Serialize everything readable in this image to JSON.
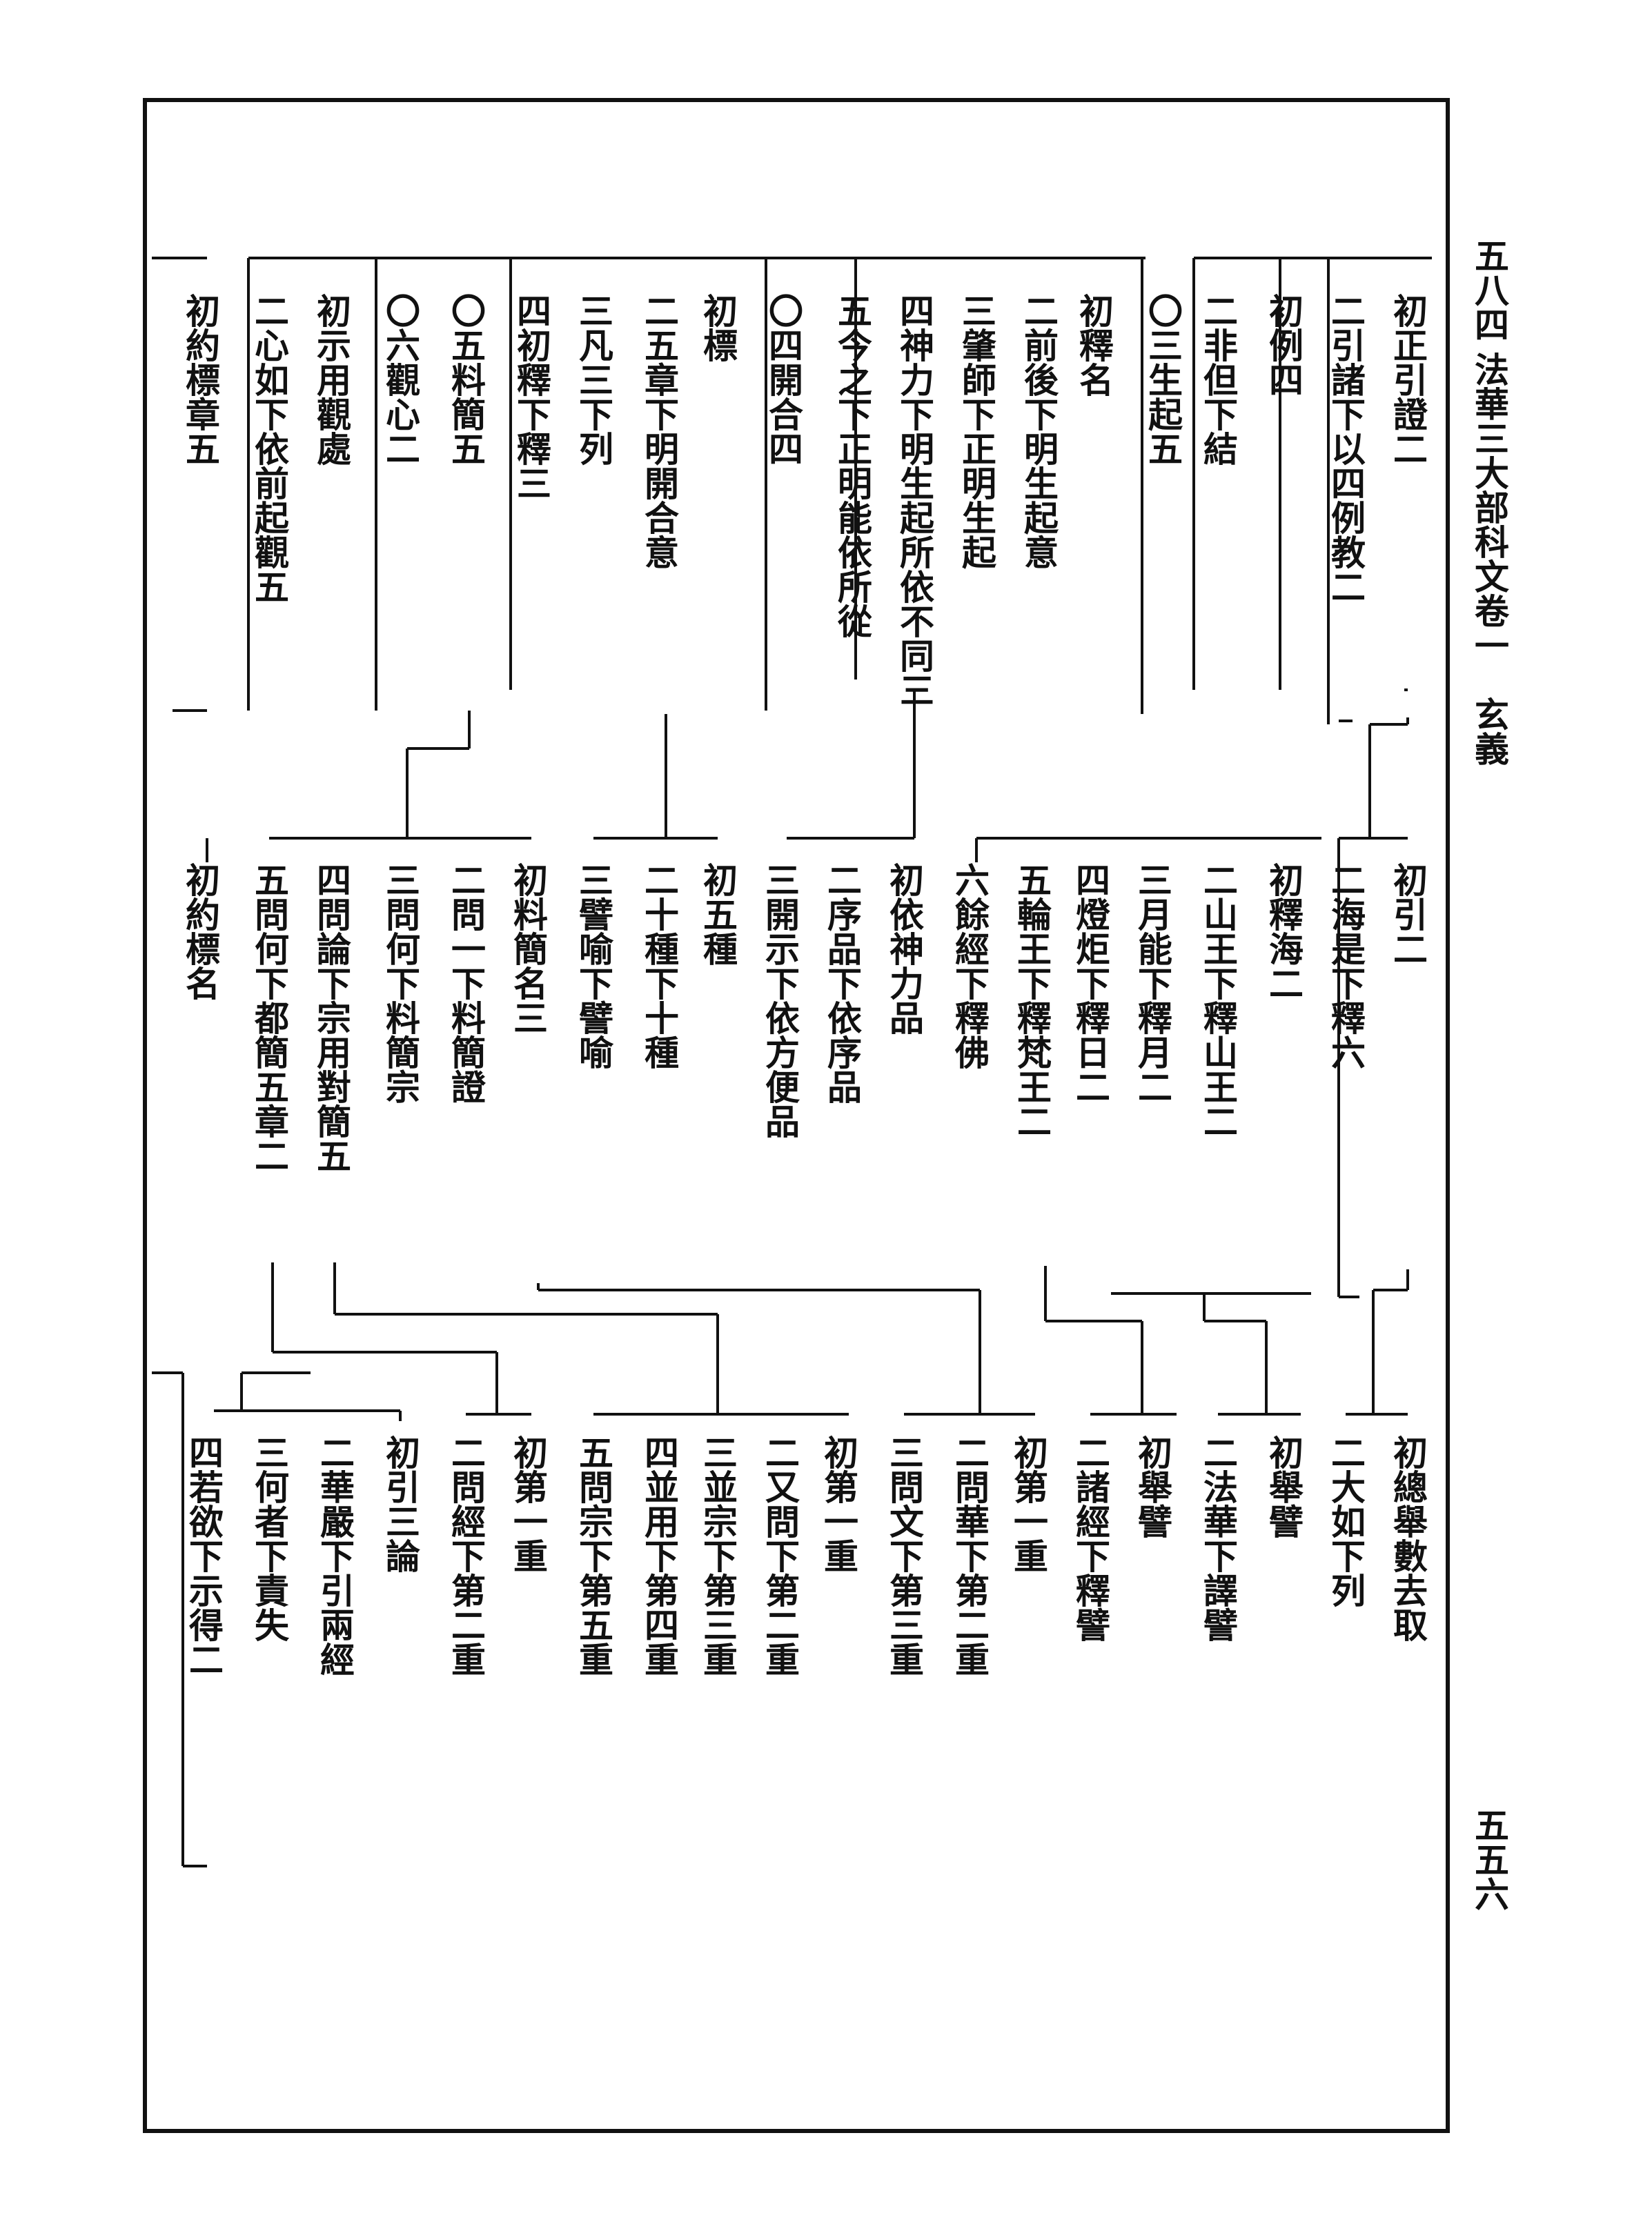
{
  "header": {
    "page_top": "五八四",
    "title": "法華三大部科文卷一",
    "subtitle": "玄義",
    "page_bottom": "五五六"
  },
  "rows": {
    "r1": [
      "初正引證二",
      "二引諸下以四例教二",
      "初例四",
      "二非但下結",
      "〇三生起五",
      "初釋名",
      "二前後下明生起意",
      "三肇師下正明生起",
      "四神力下明生起所依不同三",
      "五今之下正明能依所從",
      "〇四開合四",
      "初標",
      "二五章下明開合意",
      "三凡三下列",
      "四初釋下釋三",
      "〇五料簡五",
      "〇六觀心二",
      "初示用觀處",
      "二心如下依前起觀五",
      "初約標章五"
    ],
    "r2": [
      "初引二",
      "二海是下釋六",
      "初釋海二",
      "二山王下釋山王二",
      "三月能下釋月二",
      "四燈炬下釋日二",
      "五輪王下釋梵王二",
      "六餘經下釋佛",
      "初依神力品",
      "二序品下依序品",
      "三開示下依方便品",
      "初五種",
      "二十種下十種",
      "三譬喻下譬喻",
      "初料簡名三",
      "二問一下料簡證",
      "三問何下料簡宗",
      "四問論下宗用對簡五",
      "五問何下都簡五章二",
      "初約標名"
    ],
    "r3": [
      "初總舉數去取",
      "二大如下列",
      "初舉譬",
      "二法華下譯譬",
      "初舉譬",
      "二諸經下釋譬",
      "初第一重",
      "二問華下第二重",
      "三問文下第三重",
      "初第一重",
      "二又問下第二重",
      "三並宗下第三重",
      "四並用下第四重",
      "五問宗下第五重",
      "初第一重",
      "二問經下第二重",
      "初引三論",
      "二華嚴下引兩經",
      "三何者下責失",
      "四若欲下示得二"
    ]
  }
}
